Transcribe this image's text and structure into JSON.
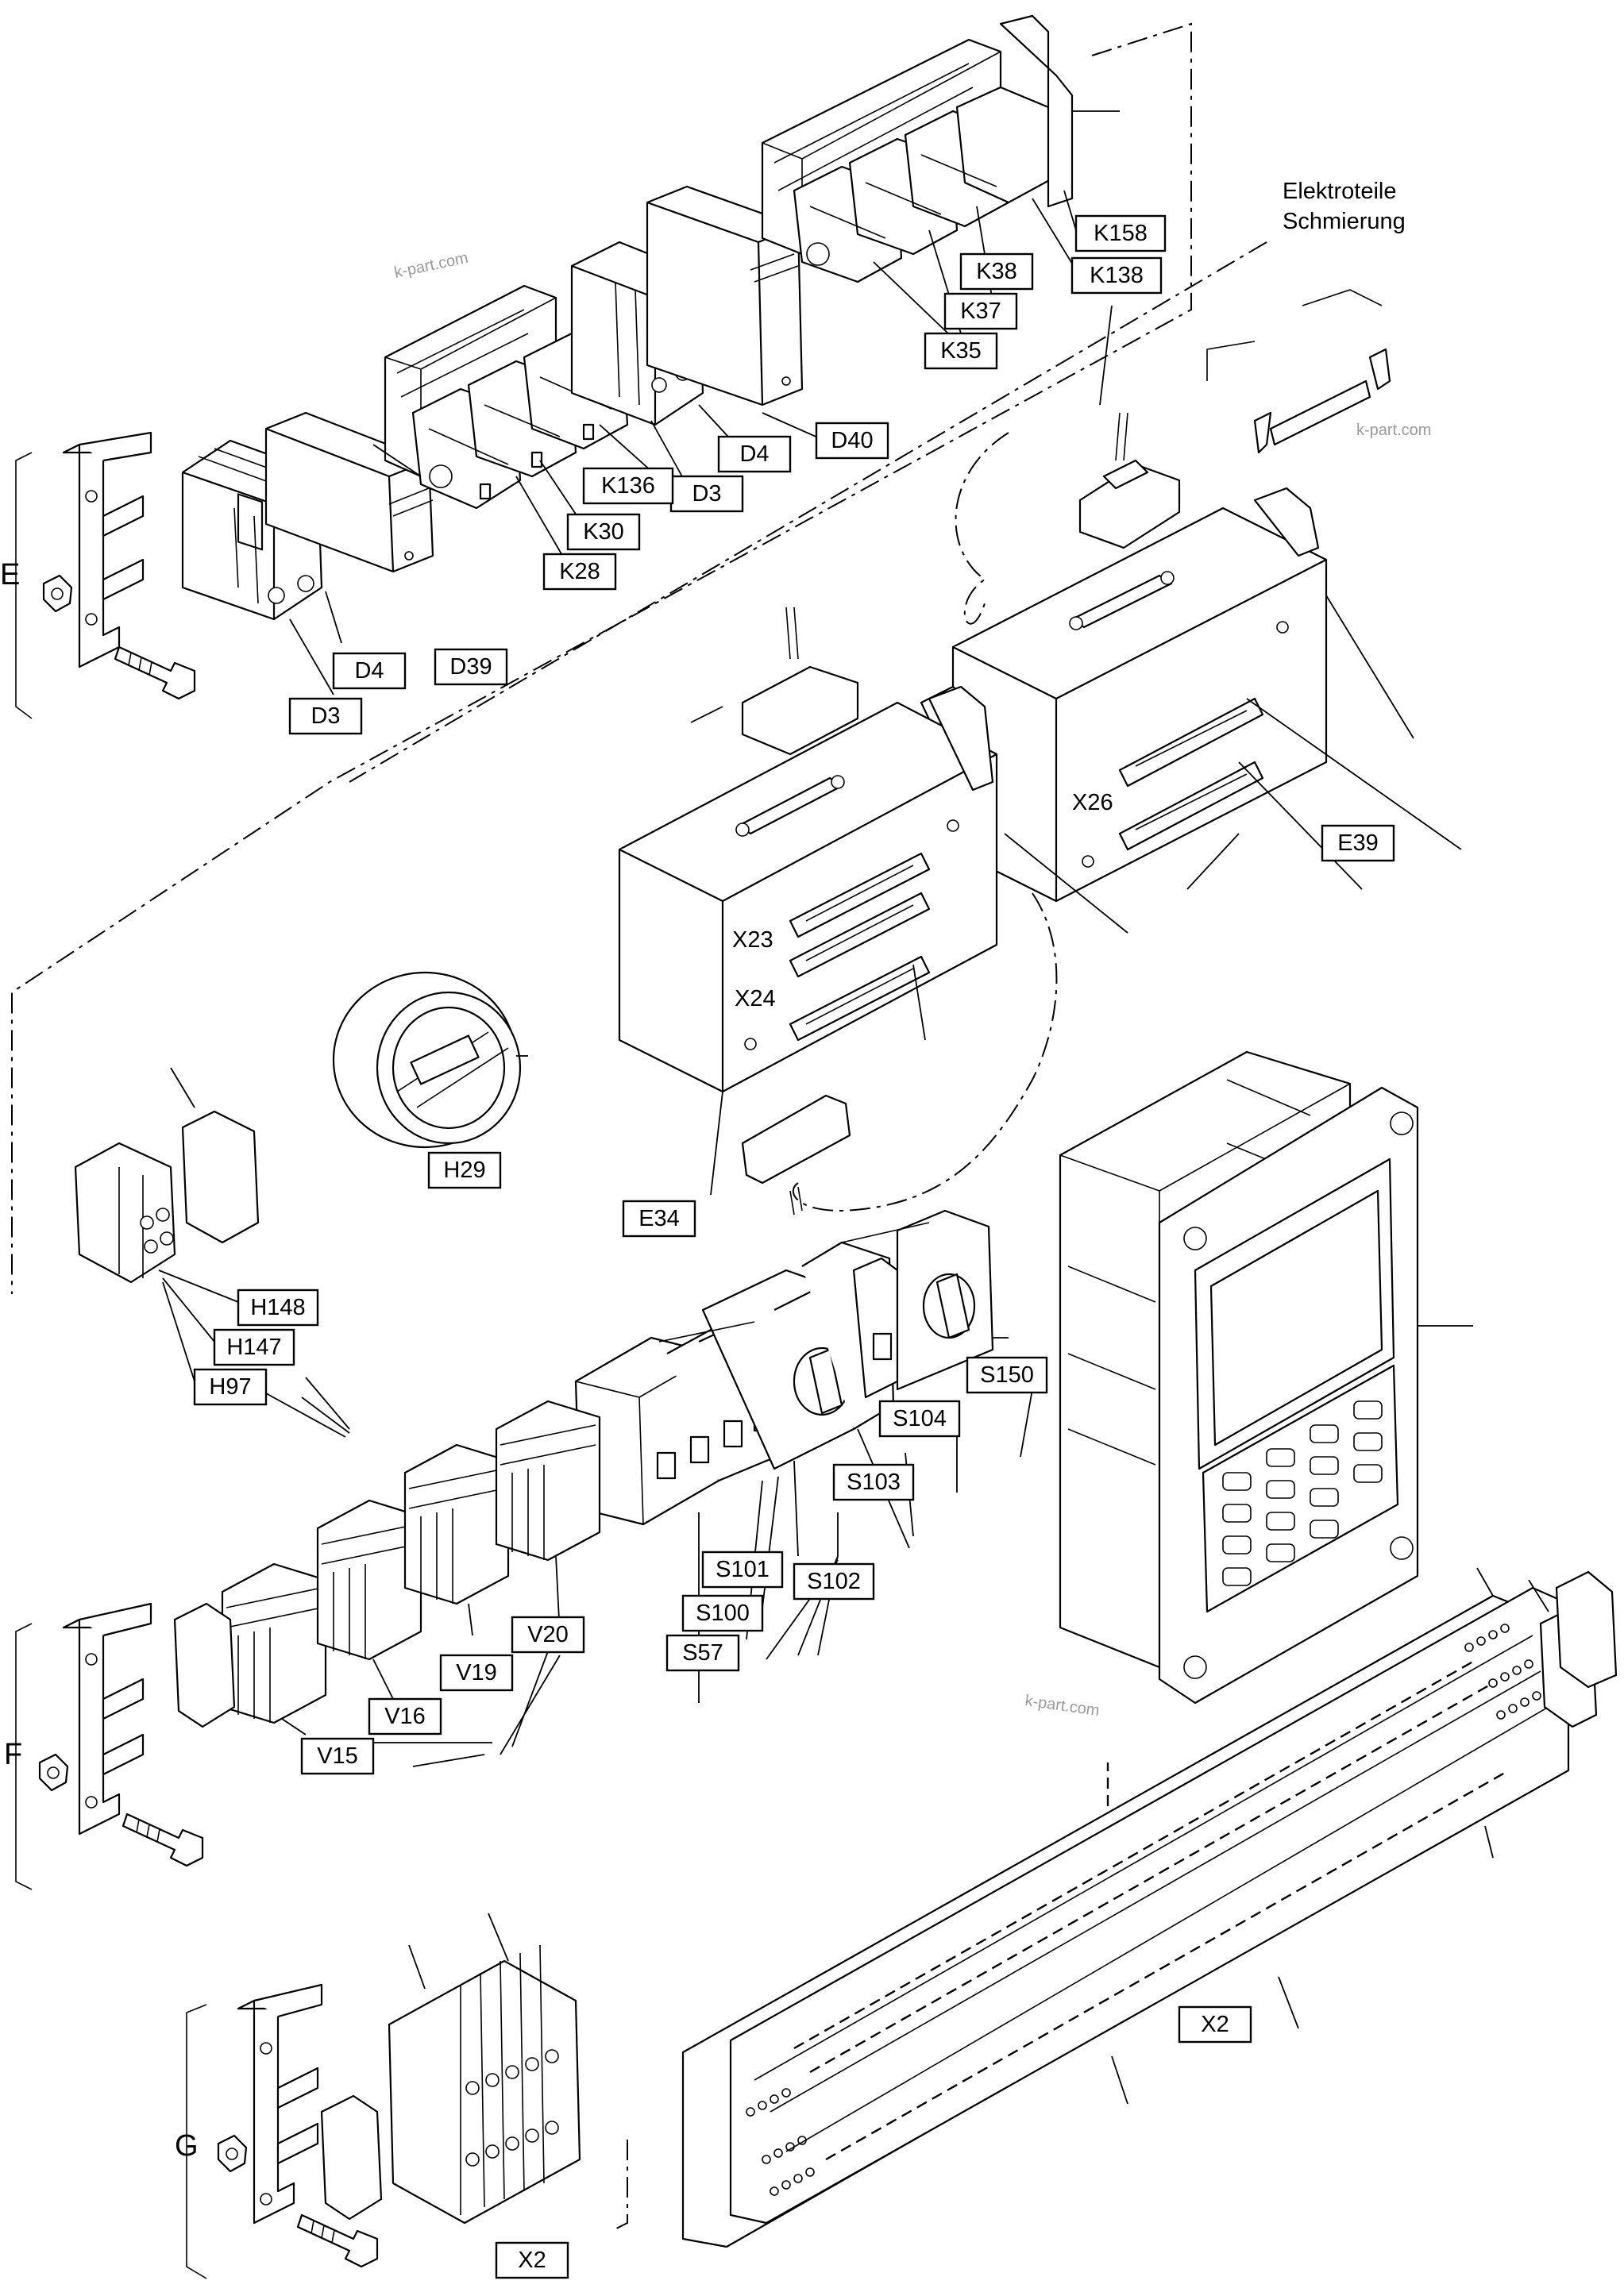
{
  "title_lines": [
    "Elektroteile",
    "Schmierung"
  ],
  "watermark": "k-part.com",
  "group_letters": [
    "E",
    "F",
    "G"
  ],
  "labels": {
    "K158": "K158",
    "K138": "K138",
    "K38": "K38",
    "K37": "K37",
    "K35": "K35",
    "K136": "K136",
    "K30": "K30",
    "K28": "K28",
    "D40": "D40",
    "D4_top": "D4",
    "D3_top": "D3",
    "D4_bottom": "D4",
    "D39": "D39",
    "D3_bottom": "D3",
    "E39": "E39",
    "E34": "E34",
    "H29": "H29",
    "H148": "H148",
    "H147": "H147",
    "H97": "H97",
    "S150": "S150",
    "S104": "S104",
    "S103": "S103",
    "S101": "S101",
    "S102": "S102",
    "S100": "S100",
    "S57": "S57",
    "V20": "V20",
    "V19": "V19",
    "V16": "V16",
    "V15": "V15",
    "X2_right": "X2",
    "X2_bottom": "X2"
  },
  "connector_labels": {
    "X26": "X26",
    "X23": "X23",
    "X24": "X24"
  }
}
